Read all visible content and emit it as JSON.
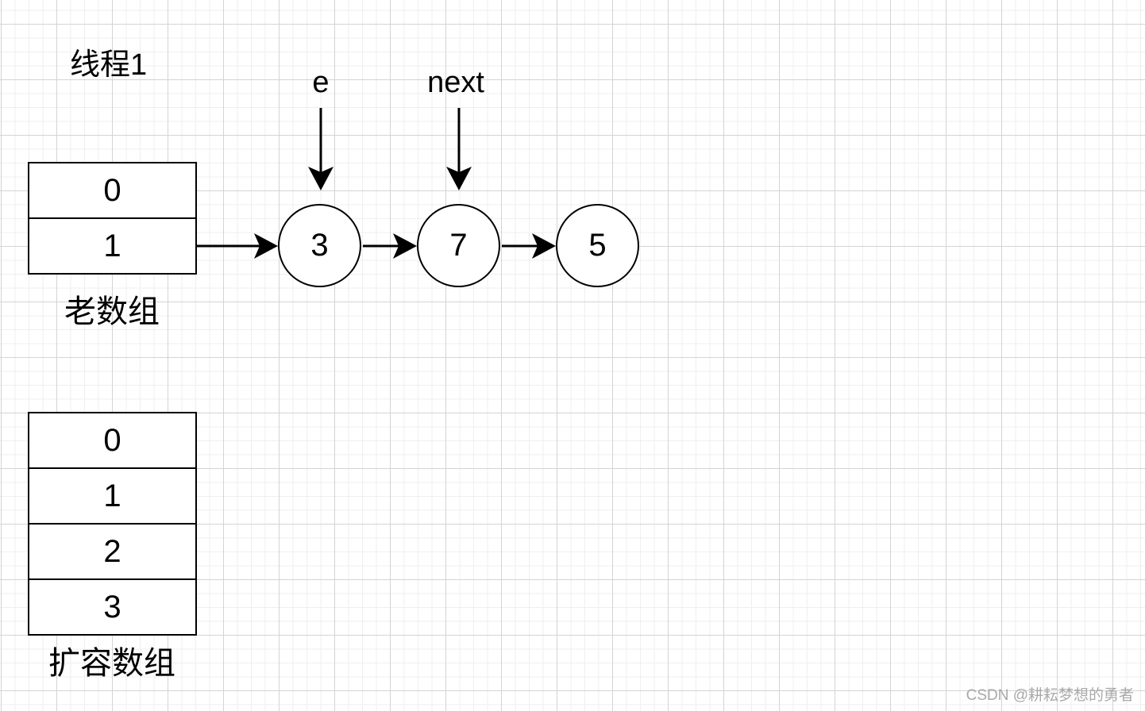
{
  "title": "线程1",
  "pointers": {
    "e": "e",
    "next": "next"
  },
  "old_array": {
    "caption": "老数组",
    "cells": [
      "0",
      "1"
    ]
  },
  "linked_list": {
    "nodes": [
      "3",
      "7",
      "5"
    ]
  },
  "new_array": {
    "caption": "扩容数组",
    "cells": [
      "0",
      "1",
      "2",
      "3"
    ]
  },
  "watermark": "CSDN @耕耘梦想的勇者"
}
